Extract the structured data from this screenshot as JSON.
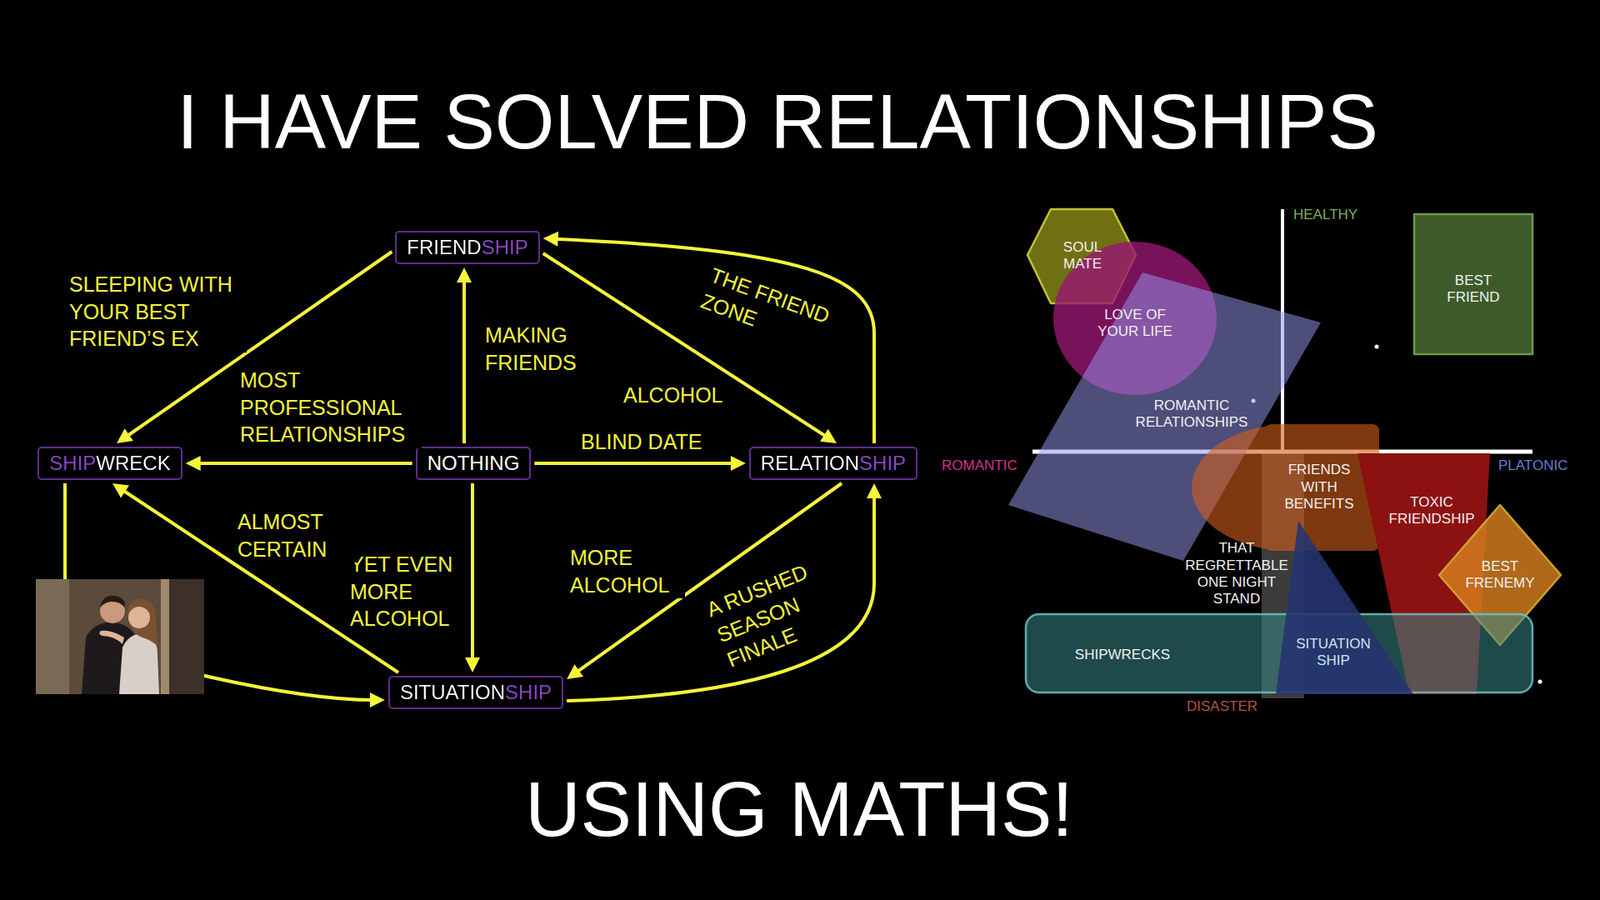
{
  "diagram": {
    "title": "I HAVE SOLVED RELATIONSHIPS",
    "caption": "USING MATHS!",
    "nodes": [
      {
        "text": [
          "FRIENDSHIP"
        ]
      },
      {
        "text": [
          "SHIPWRECK"
        ]
      },
      {
        "text": [
          "NOTHING"
        ]
      },
      {
        "text": [
          "RELATIONSHIP"
        ]
      },
      {
        "text": [
          "SITUATIONSHIP"
        ]
      },
      {
        "text": [
          "SOUL MATE"
        ]
      },
      {
        "text": [
          "BEST FRIEND"
        ]
      },
      {
        "text": [
          "LOVE OF YOUR LIFE"
        ]
      },
      {
        "text": [
          "ROMANTIC RELATIONSHIPS"
        ]
      },
      {
        "text": [
          "FRIENDS WITH BENEFITS"
        ]
      },
      {
        "text": [
          "TOXIC FRIENDSHIP"
        ]
      },
      {
        "text": [
          "THAT REGRETTABLE ONE NIGHT STAND"
        ]
      },
      {
        "text": [
          "BEST FRENEMY"
        ]
      },
      {
        "text": [
          "SHIPWRECKS"
        ]
      },
      {
        "text": [
          "SITUATION SHIP"
        ]
      }
    ],
    "edges": [
      {
        "from": 0,
        "to": 1,
        "arrow": "to",
        "label": "SLEEPING WITH YOUR BEST FRIEND’S EX"
      },
      {
        "from": 2,
        "to": 1,
        "arrow": "to",
        "label": "MOST PROFESSIONAL RELATIONSHIPS"
      },
      {
        "from": 2,
        "to": 0,
        "arrow": "to",
        "label": "MAKING FRIENDS"
      },
      {
        "from": 2,
        "to": 3,
        "arrow": "to",
        "label": "BLIND DATE"
      },
      {
        "from": 2,
        "to": 4,
        "arrow": "to",
        "label": "YET EVEN MORE ALCOHOL"
      },
      {
        "from": 0,
        "to": 3,
        "arrow": "to",
        "label": "ALCOHOL"
      },
      {
        "from": 3,
        "to": 0,
        "arrow": "to",
        "label": "THE FRIEND ZONE"
      },
      {
        "from": 3,
        "to": 4,
        "arrow": "to",
        "label": "MORE ALCOHOL"
      },
      {
        "from": 4,
        "to": 1,
        "arrow": "to",
        "label": "ALMOST CERTAIN"
      },
      {
        "from": 4,
        "to": 3,
        "arrow": "to",
        "label": "A RUSHED SEASON FINALE"
      },
      {
        "from": 1,
        "to": 4,
        "arrow": "to"
      }
    ],
    "labels": [
      "HEALTHY",
      "ROMANTIC",
      "PLATONIC",
      "DISASTER"
    ]
  }
}
